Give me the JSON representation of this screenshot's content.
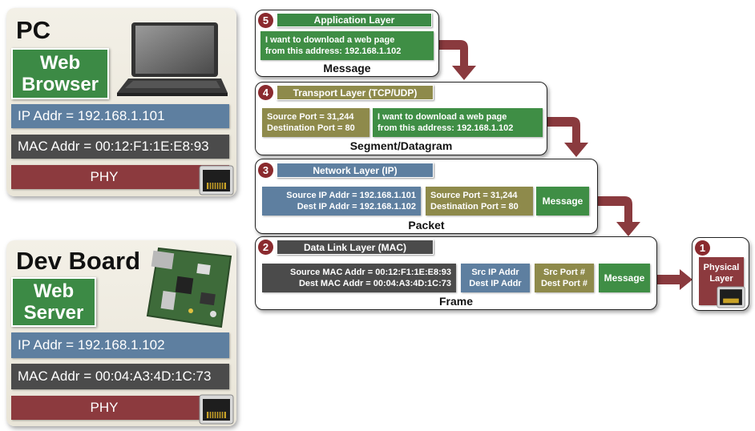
{
  "pc": {
    "title": "PC",
    "app_line1": "Web",
    "app_line2": "Browser",
    "ip": "IP Addr = 192.168.1.101",
    "mac": "MAC Addr = 00:12:F1:1E:E8:93",
    "phy": "PHY"
  },
  "board": {
    "title": "Dev Board",
    "app_line1": "Web",
    "app_line2": "Server",
    "ip": "IP Addr = 192.168.1.102",
    "mac": "MAC Addr = 00:04:A3:4D:1C:73",
    "phy": "PHY"
  },
  "layers": {
    "application": {
      "number": "5",
      "name": "Application Layer",
      "msg_line1": "I want to download a web page",
      "msg_line2": "from this address: 192.168.1.102",
      "caption": "Message"
    },
    "transport": {
      "number": "4",
      "name": "Transport Layer (TCP/UDP)",
      "port_line1": "Source Port = 31,244",
      "port_line2": "Destination Port = 80",
      "msg_line1": "I want to download a web page",
      "msg_line2": "from this address: 192.168.1.102",
      "caption": "Segment/Datagram"
    },
    "network": {
      "number": "3",
      "name": "Network Layer (IP)",
      "ip_line1": "Source IP Addr = 192.168.1.101",
      "ip_line2": "Dest IP Addr = 192.168.1.102",
      "port_line1": "Source Port = 31,244",
      "port_line2": "Destination Port = 80",
      "msg": "Message",
      "caption": "Packet"
    },
    "datalink": {
      "number": "2",
      "name": "Data Link Layer (MAC)",
      "mac_line1": "Source MAC Addr = 00:12:F1:1E:E8:93",
      "mac_line2": "Dest MAC Addr = 00:04:A3:4D:1C:73",
      "ip_line1": "Src IP Addr",
      "ip_line2": "Dest IP Addr",
      "port_line1": "Src Port #",
      "port_line2": "Dest Port #",
      "msg": "Message",
      "caption": "Frame"
    },
    "physical": {
      "number": "1",
      "line1": "Physical",
      "line2": "Layer"
    }
  },
  "colors": {
    "green": "#3c8a45",
    "blue": "#5e7fa0",
    "dark_gray": "#4b4b4b",
    "maroon": "#8c3a3e",
    "olive": "#8e8a4b",
    "arrow": "#8a3a3e"
  },
  "icons": [
    "laptop-icon",
    "dev-board-image",
    "rj45-port-icon",
    "down-arrow-icon",
    "right-arrow-icon"
  ]
}
